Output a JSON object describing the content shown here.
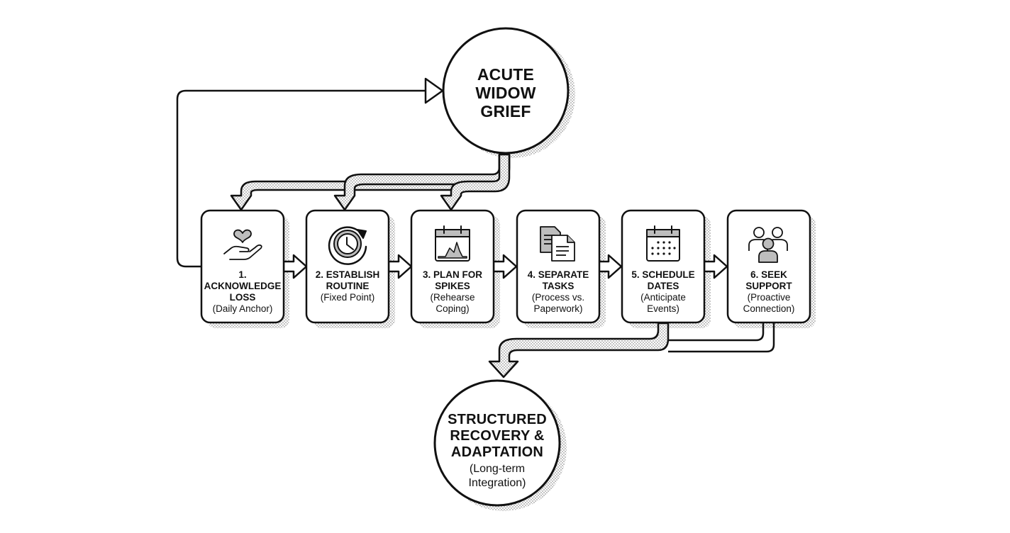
{
  "diagram": {
    "start": {
      "title_lines": [
        "ACUTE",
        "WIDOW",
        "GRIEF"
      ]
    },
    "end": {
      "title_lines": [
        "STRUCTURED",
        "RECOVERY &",
        "ADAPTATION"
      ],
      "sub_lines": [
        "(Long-term",
        "Integration)"
      ]
    },
    "steps": [
      {
        "title_lines": [
          "1. ACKNOWLEDGE",
          "LOSS"
        ],
        "sub_lines": [
          "(Daily Anchor)"
        ],
        "icon": "heart-hand-icon"
      },
      {
        "title_lines": [
          "2. ESTABLISH",
          "ROUTINE"
        ],
        "sub_lines": [
          "(Fixed Point)"
        ],
        "icon": "clock-refresh-icon"
      },
      {
        "title_lines": [
          "3. PLAN FOR",
          "SPIKES"
        ],
        "sub_lines": [
          "(Rehearse",
          "Coping)"
        ],
        "icon": "calendar-spike-icon"
      },
      {
        "title_lines": [
          "4. SEPARATE",
          "TASKS"
        ],
        "sub_lines": [
          "(Process vs.",
          "Paperwork)"
        ],
        "icon": "documents-icon"
      },
      {
        "title_lines": [
          "5. SCHEDULE",
          "DATES"
        ],
        "sub_lines": [
          "(Anticipate",
          "Events)"
        ],
        "icon": "calendar-dates-icon"
      },
      {
        "title_lines": [
          "6. SEEK",
          "SUPPORT"
        ],
        "sub_lines": [
          "(Proactive",
          "Connection)"
        ],
        "icon": "people-group-icon"
      }
    ]
  }
}
